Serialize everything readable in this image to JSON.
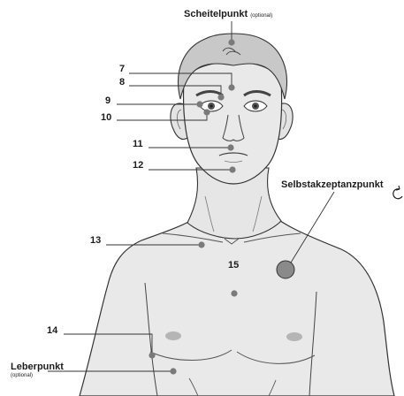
{
  "labels": {
    "scheitel": "Scheitelpunkt",
    "scheitel_note": "(optional)",
    "p7": "7",
    "p8": "8",
    "p9": "9",
    "p10": "10",
    "p11": "11",
    "p12": "12",
    "p13": "13",
    "p14": "14",
    "p15": "15",
    "selbst": "Selbstakzeptanzpunkt",
    "leber": "Leberpunkt",
    "leber_note": "(optional)"
  },
  "colors": {
    "skin": "#e8e8e8",
    "hair": "#c9c9c9",
    "outline": "#333333",
    "point": "#7a7a7a",
    "big_point": "#8a8a8a",
    "nipple": "#b5b5b5"
  },
  "icons": {
    "rotation": "circular-arrow-icon"
  }
}
